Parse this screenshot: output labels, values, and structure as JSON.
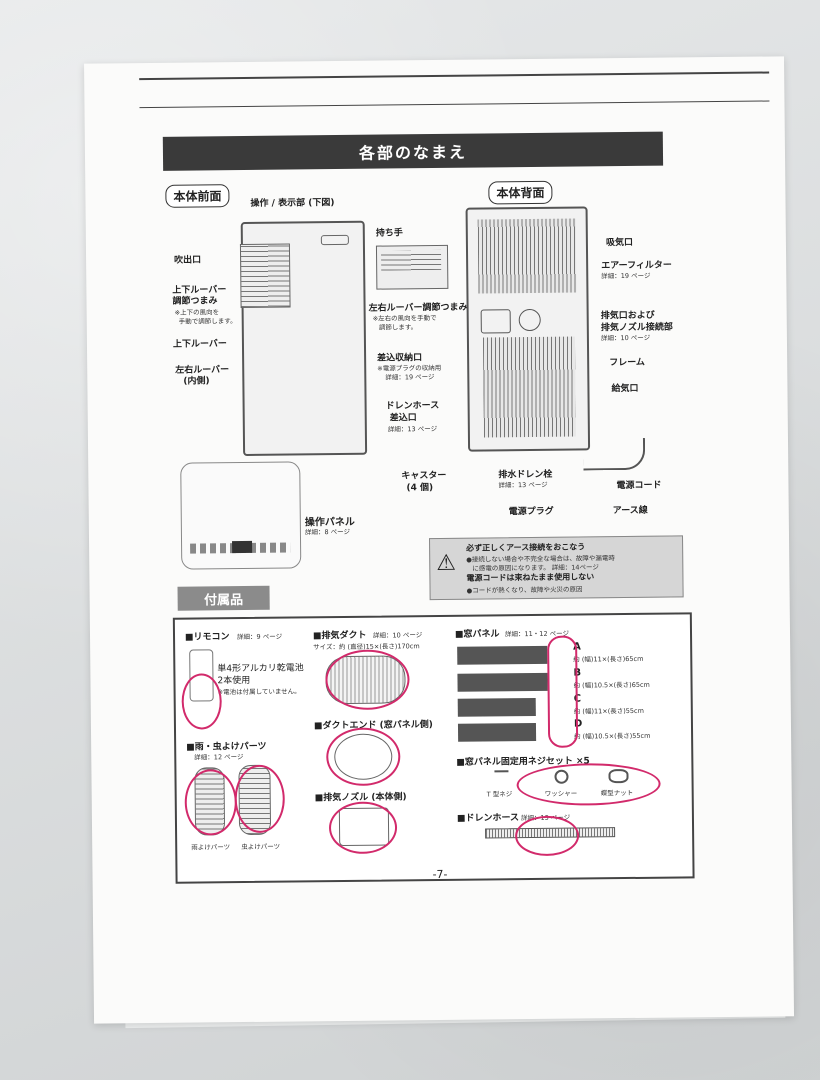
{
  "header": {
    "title": "各部のなまえ"
  },
  "front": {
    "tag": "本体前面",
    "labels": {
      "control_top": "操作 / 表示部 (下図)",
      "handle": "持ち手",
      "outlet": "吹出口",
      "updown_knob_1": "上下ルーバー",
      "updown_knob_2": "調節つまみ",
      "updown_note_1": "※上下の風向を",
      "updown_note_2": "手動で調節します。",
      "updown_louver": "上下ルーバー",
      "lr_louver_1": "左右ルーバー",
      "lr_louver_2": "(内側)",
      "lr_knob": "左右ルーバー調節つまみ",
      "lr_note_1": "※左右の風向を手動で",
      "lr_note_2": "調節します。"
    },
    "panel_label": "操作パネル",
    "panel_ref": "詳細：8 ページ"
  },
  "back": {
    "tag": "本体背面",
    "labels": {
      "intake": "吸気口",
      "filter": "エアーフィルター",
      "filter_ref": "詳細：19 ページ",
      "exhaust_1": "排気口および",
      "exhaust_2": "排気ノズル接続部",
      "exhaust_ref": "詳細：10 ページ",
      "frame": "フレーム",
      "supply": "給気口",
      "plug_store": "差込収納口",
      "plug_store_note_1": "※電源プラグの収納用",
      "plug_store_note_2": "詳細：19 ページ",
      "drain_1": "ドレンホース",
      "drain_2": "差込口",
      "drain_ref": "詳細：13 ページ",
      "caster_1": "キャスター",
      "caster_2": "(4 個)",
      "drain_plug": "排水ドレン栓",
      "drain_plug_ref": "詳細：13 ページ",
      "cord": "電源コード",
      "plug": "電源プラグ",
      "earth": "アース線"
    }
  },
  "warning": {
    "line1": "必ず正しくアース接続をおこなう",
    "line2": "●接続しない場合や不完全な場合は、故障や漏電時",
    "line3": "に感電の原因になります。 詳細：14ページ",
    "line4": "電源コードは束ねたまま使用しない",
    "line5": "●コードが熱くなり、故障や火災の原因"
  },
  "accessories": {
    "tag": "付属品",
    "remote": {
      "name": "■リモコン",
      "ref": "詳細：9 ページ",
      "note1": "単4形アルカリ乾電池",
      "note2": "2本使用",
      "note3": "※電池は付属していません。"
    },
    "duct": {
      "name": "■排気ダクト",
      "ref": "詳細：10 ページ",
      "size": "サイズ：約 (直径)15×(長さ)170cm"
    },
    "window": {
      "name": "■窓パネル",
      "ref": "詳細：11・12 ページ"
    },
    "panels": [
      {
        "letter": "A",
        "size": "約 (幅)11×(長さ)65cm"
      },
      {
        "letter": "B",
        "size": "約 (幅)10.5×(長さ)65cm"
      },
      {
        "letter": "C",
        "size": "約 (幅)11×(長さ)55cm"
      },
      {
        "letter": "D",
        "size": "約 (幅)10.5×(長さ)55cm"
      }
    ],
    "rain": {
      "name": "■雨・虫よけパーツ",
      "ref": "詳細：12 ページ",
      "cap1": "雨よけパーツ",
      "cap2": "虫よけパーツ"
    },
    "duct_end": {
      "name": "■ダクトエンド (窓パネル側)"
    },
    "nozzle": {
      "name": "■排気ノズル (本体側)"
    },
    "screws": {
      "name": "■窓パネル固定用ネジセット ×5",
      "t": "T 型ネジ",
      "washer": "ワッシャー",
      "nut": "蝶型ナット"
    },
    "drain": {
      "name": "■ドレンホース",
      "ref": "詳細：13 ページ"
    }
  },
  "page_number": "-7-"
}
